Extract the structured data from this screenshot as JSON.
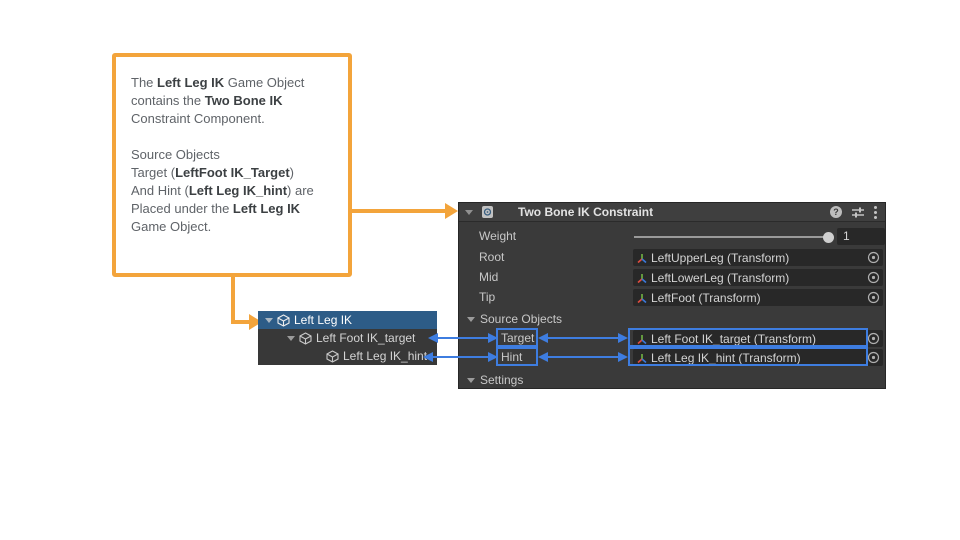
{
  "colors": {
    "annotation_orange": "#F3A43B",
    "annotation_blue": "#3E7DE0",
    "hierarchy_selection_blue": "#2D5C87",
    "panel_background": "#3A3A3A",
    "header_background": "#3F3F3F",
    "field_background": "#282828",
    "panel_text": "#C8C8C8",
    "callout_text": "#5F6368"
  },
  "callout": {
    "lines": [
      [
        {
          "t": "The ",
          "b": false
        },
        {
          "t": "Left Leg IK",
          "b": true
        },
        {
          "t": " Game Object",
          "b": false
        }
      ],
      [
        {
          "t": "contains the ",
          "b": false
        },
        {
          "t": "Two Bone IK",
          "b": true
        }
      ],
      [
        {
          "t": "Constraint Component.",
          "b": false
        }
      ],
      [],
      [
        {
          "t": "Source Objects",
          "b": false
        }
      ],
      [
        {
          "t": "Target (",
          "b": false
        },
        {
          "t": "LeftFoot IK_Target",
          "b": true
        },
        {
          "t": ")",
          "b": false
        }
      ],
      [
        {
          "t": "And Hint (",
          "b": false
        },
        {
          "t": "Left Leg IK_hint",
          "b": true
        },
        {
          "t": ") are",
          "b": false
        }
      ],
      [
        {
          "t": "Placed under the ",
          "b": false
        },
        {
          "t": "Left Leg IK",
          "b": true
        }
      ],
      [
        {
          "t": "Game Object.",
          "b": false
        }
      ]
    ]
  },
  "hierarchy": {
    "rows": [
      {
        "label": "Left Leg IK"
      },
      {
        "label": "Left Foot IK_target"
      },
      {
        "label": "Left Leg IK_hint"
      }
    ]
  },
  "inspector": {
    "title": "Two Bone IK Constraint",
    "help_glyph": "?",
    "weight": {
      "label": "Weight",
      "value": "1"
    },
    "object_rows": [
      {
        "label": "Root",
        "value": "LeftUpperLeg (Transform)"
      },
      {
        "label": "Mid",
        "value": "LeftLowerLeg (Transform)"
      },
      {
        "label": "Tip",
        "value": "LeftFoot (Transform)"
      }
    ],
    "source_objects": {
      "label": "Source Objects",
      "rows": [
        {
          "label": "Target",
          "value": "Left Foot IK_target (Transform)"
        },
        {
          "label": "Hint",
          "value": "Left Leg IK_hint (Transform)"
        }
      ]
    },
    "settings_label": "Settings"
  }
}
